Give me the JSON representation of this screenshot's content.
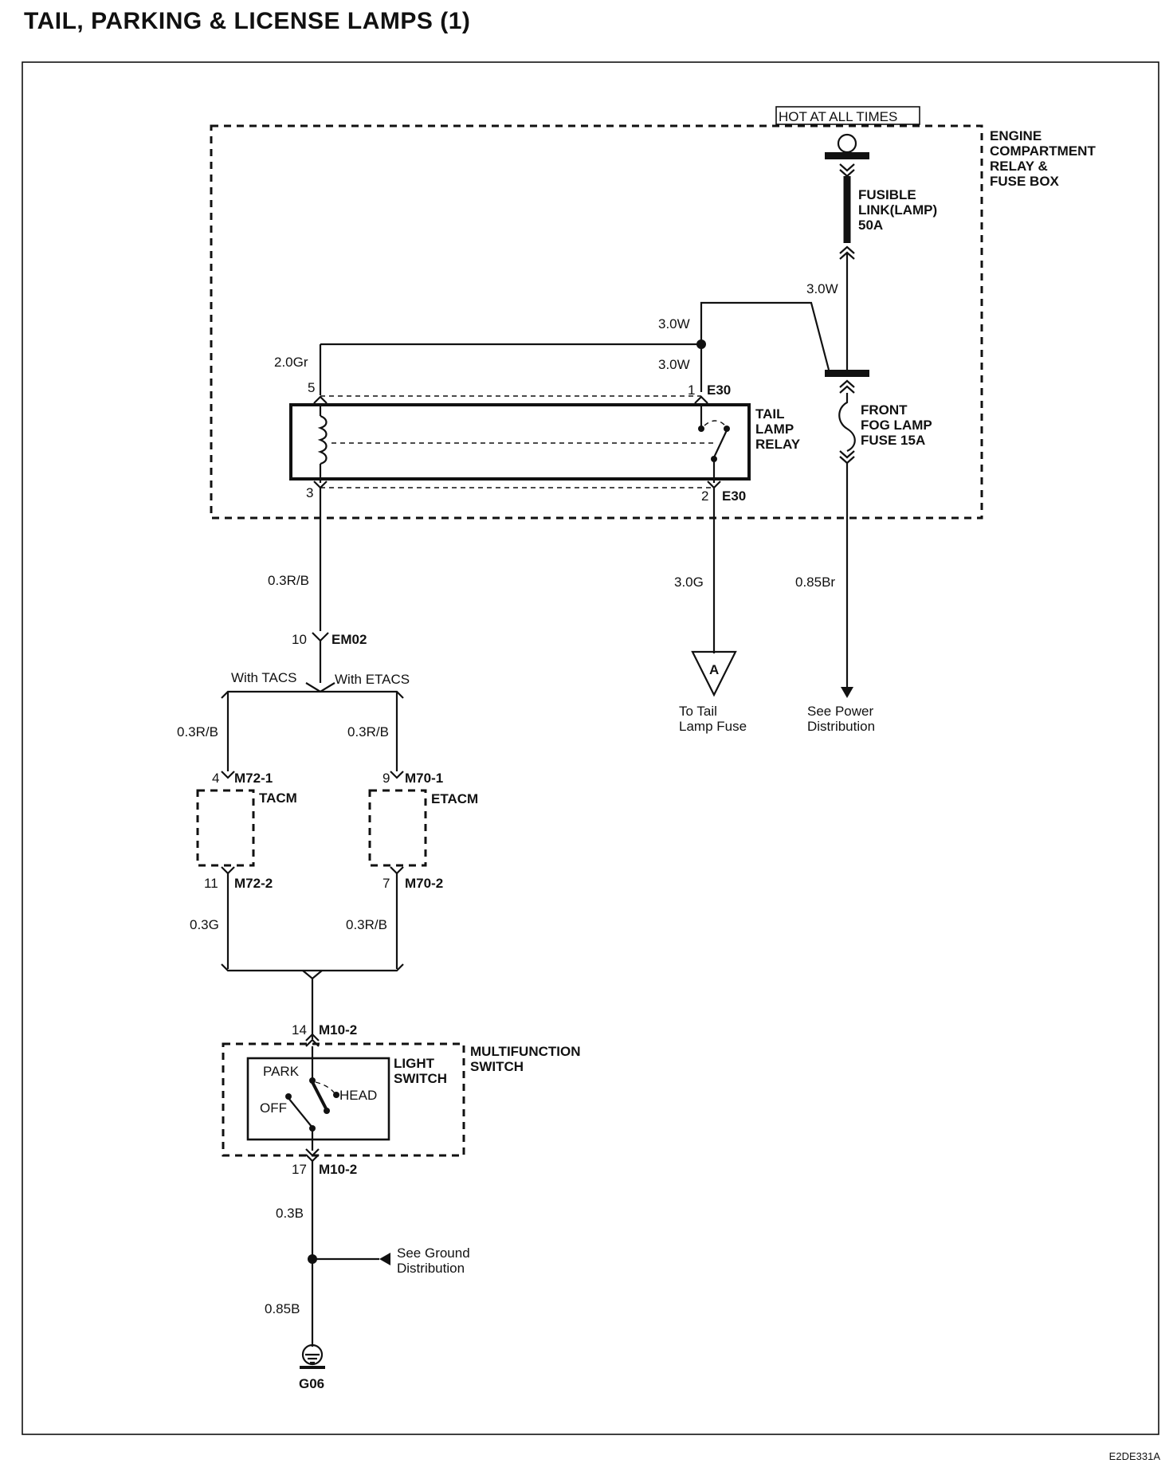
{
  "title": "TAIL, PARKING & LICENSE LAMPS (1)",
  "page_code": "E2DE331A",
  "hot_label": "HOT AT ALL TIMES",
  "fuse_box": {
    "l1": "ENGINE",
    "l2": "COMPARTMENT",
    "l3": "RELAY &",
    "l4": "FUSE BOX"
  },
  "fusible_link": {
    "l1": "FUSIBLE",
    "l2": "LINK(LAMP)",
    "l3": "50A"
  },
  "fog_fuse": {
    "l1": "FRONT",
    "l2": "FOG LAMP",
    "l3": "FUSE 15A"
  },
  "relay": {
    "l1": "TAIL",
    "l2": "LAMP",
    "l3": "RELAY"
  },
  "wires": {
    "w_30w_top": "3.0W",
    "w_30w_mid": "3.0W",
    "w_30w_low": "3.0W",
    "w_20gr": "2.0Gr",
    "w_03rb": "0.3R/B",
    "w_30g": "3.0G",
    "w_085br": "0.85Br",
    "w_03rb_l": "0.3R/B",
    "w_03rb_r": "0.3R/B",
    "w_03g": "0.3G",
    "w_03rb_r2": "0.3R/B",
    "w_03b": "0.3B",
    "w_085b": "0.85B"
  },
  "pins": {
    "p5": "5",
    "p1": "1",
    "p3": "3",
    "p2": "2",
    "p10": "10",
    "p4": "4",
    "p9": "9",
    "p11": "11",
    "p7": "7",
    "p14": "14",
    "p17": "17"
  },
  "connectors": {
    "e30a": "E30",
    "e30b": "E30",
    "em02": "EM02",
    "m72_1": "M72-1",
    "m70_1": "M70-1",
    "m72_2": "M72-2",
    "m70_2": "M70-2",
    "m10_2a": "M10-2",
    "m10_2b": "M10-2"
  },
  "branches": {
    "tacs": "With TACS",
    "etacs": "With ETACS"
  },
  "modules": {
    "tacm": "TACM",
    "etacm": "ETACM"
  },
  "switch": {
    "mf1": "MULTIFUNCTION",
    "mf2": "SWITCH",
    "ls1": "LIGHT",
    "ls2": "SWITCH",
    "park": "PARK",
    "off": "OFF",
    "head": "HEAD"
  },
  "refs": {
    "a_letter": "A",
    "tail_fuse1": "To Tail",
    "tail_fuse2": "Lamp Fuse",
    "power1": "See Power",
    "power2": "Distribution",
    "ground1": "See Ground",
    "ground2": "Distribution",
    "g06": "G06"
  }
}
